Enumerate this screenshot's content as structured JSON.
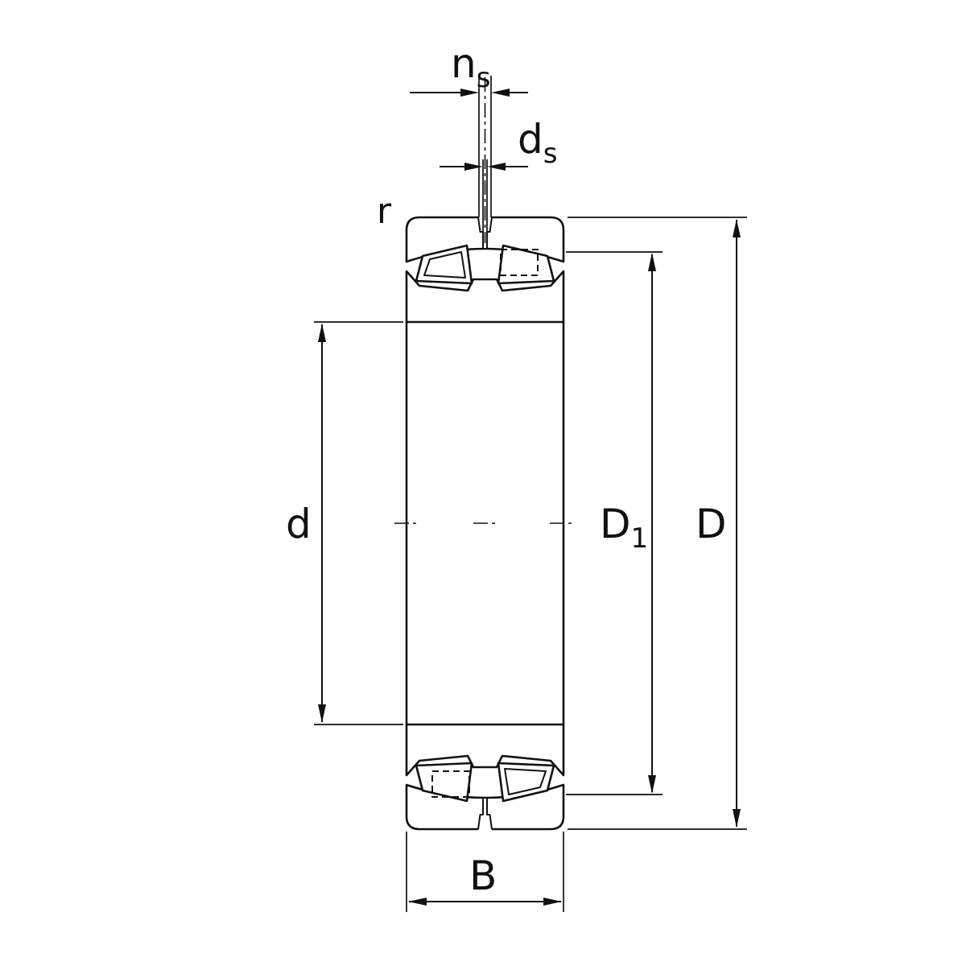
{
  "diagram": {
    "type": "technical-drawing",
    "subject": "Spherical roller bearing cross-section with dimension annotations",
    "background_color": "#ffffff",
    "line_color": "#111111",
    "labels": {
      "ns": {
        "main": "n",
        "sub": "s"
      },
      "ds": {
        "main": "d",
        "sub": "s"
      },
      "r": "r",
      "bore": "d",
      "D1": {
        "main": "D",
        "sub": "1"
      },
      "outer": "D",
      "width": "B"
    }
  }
}
